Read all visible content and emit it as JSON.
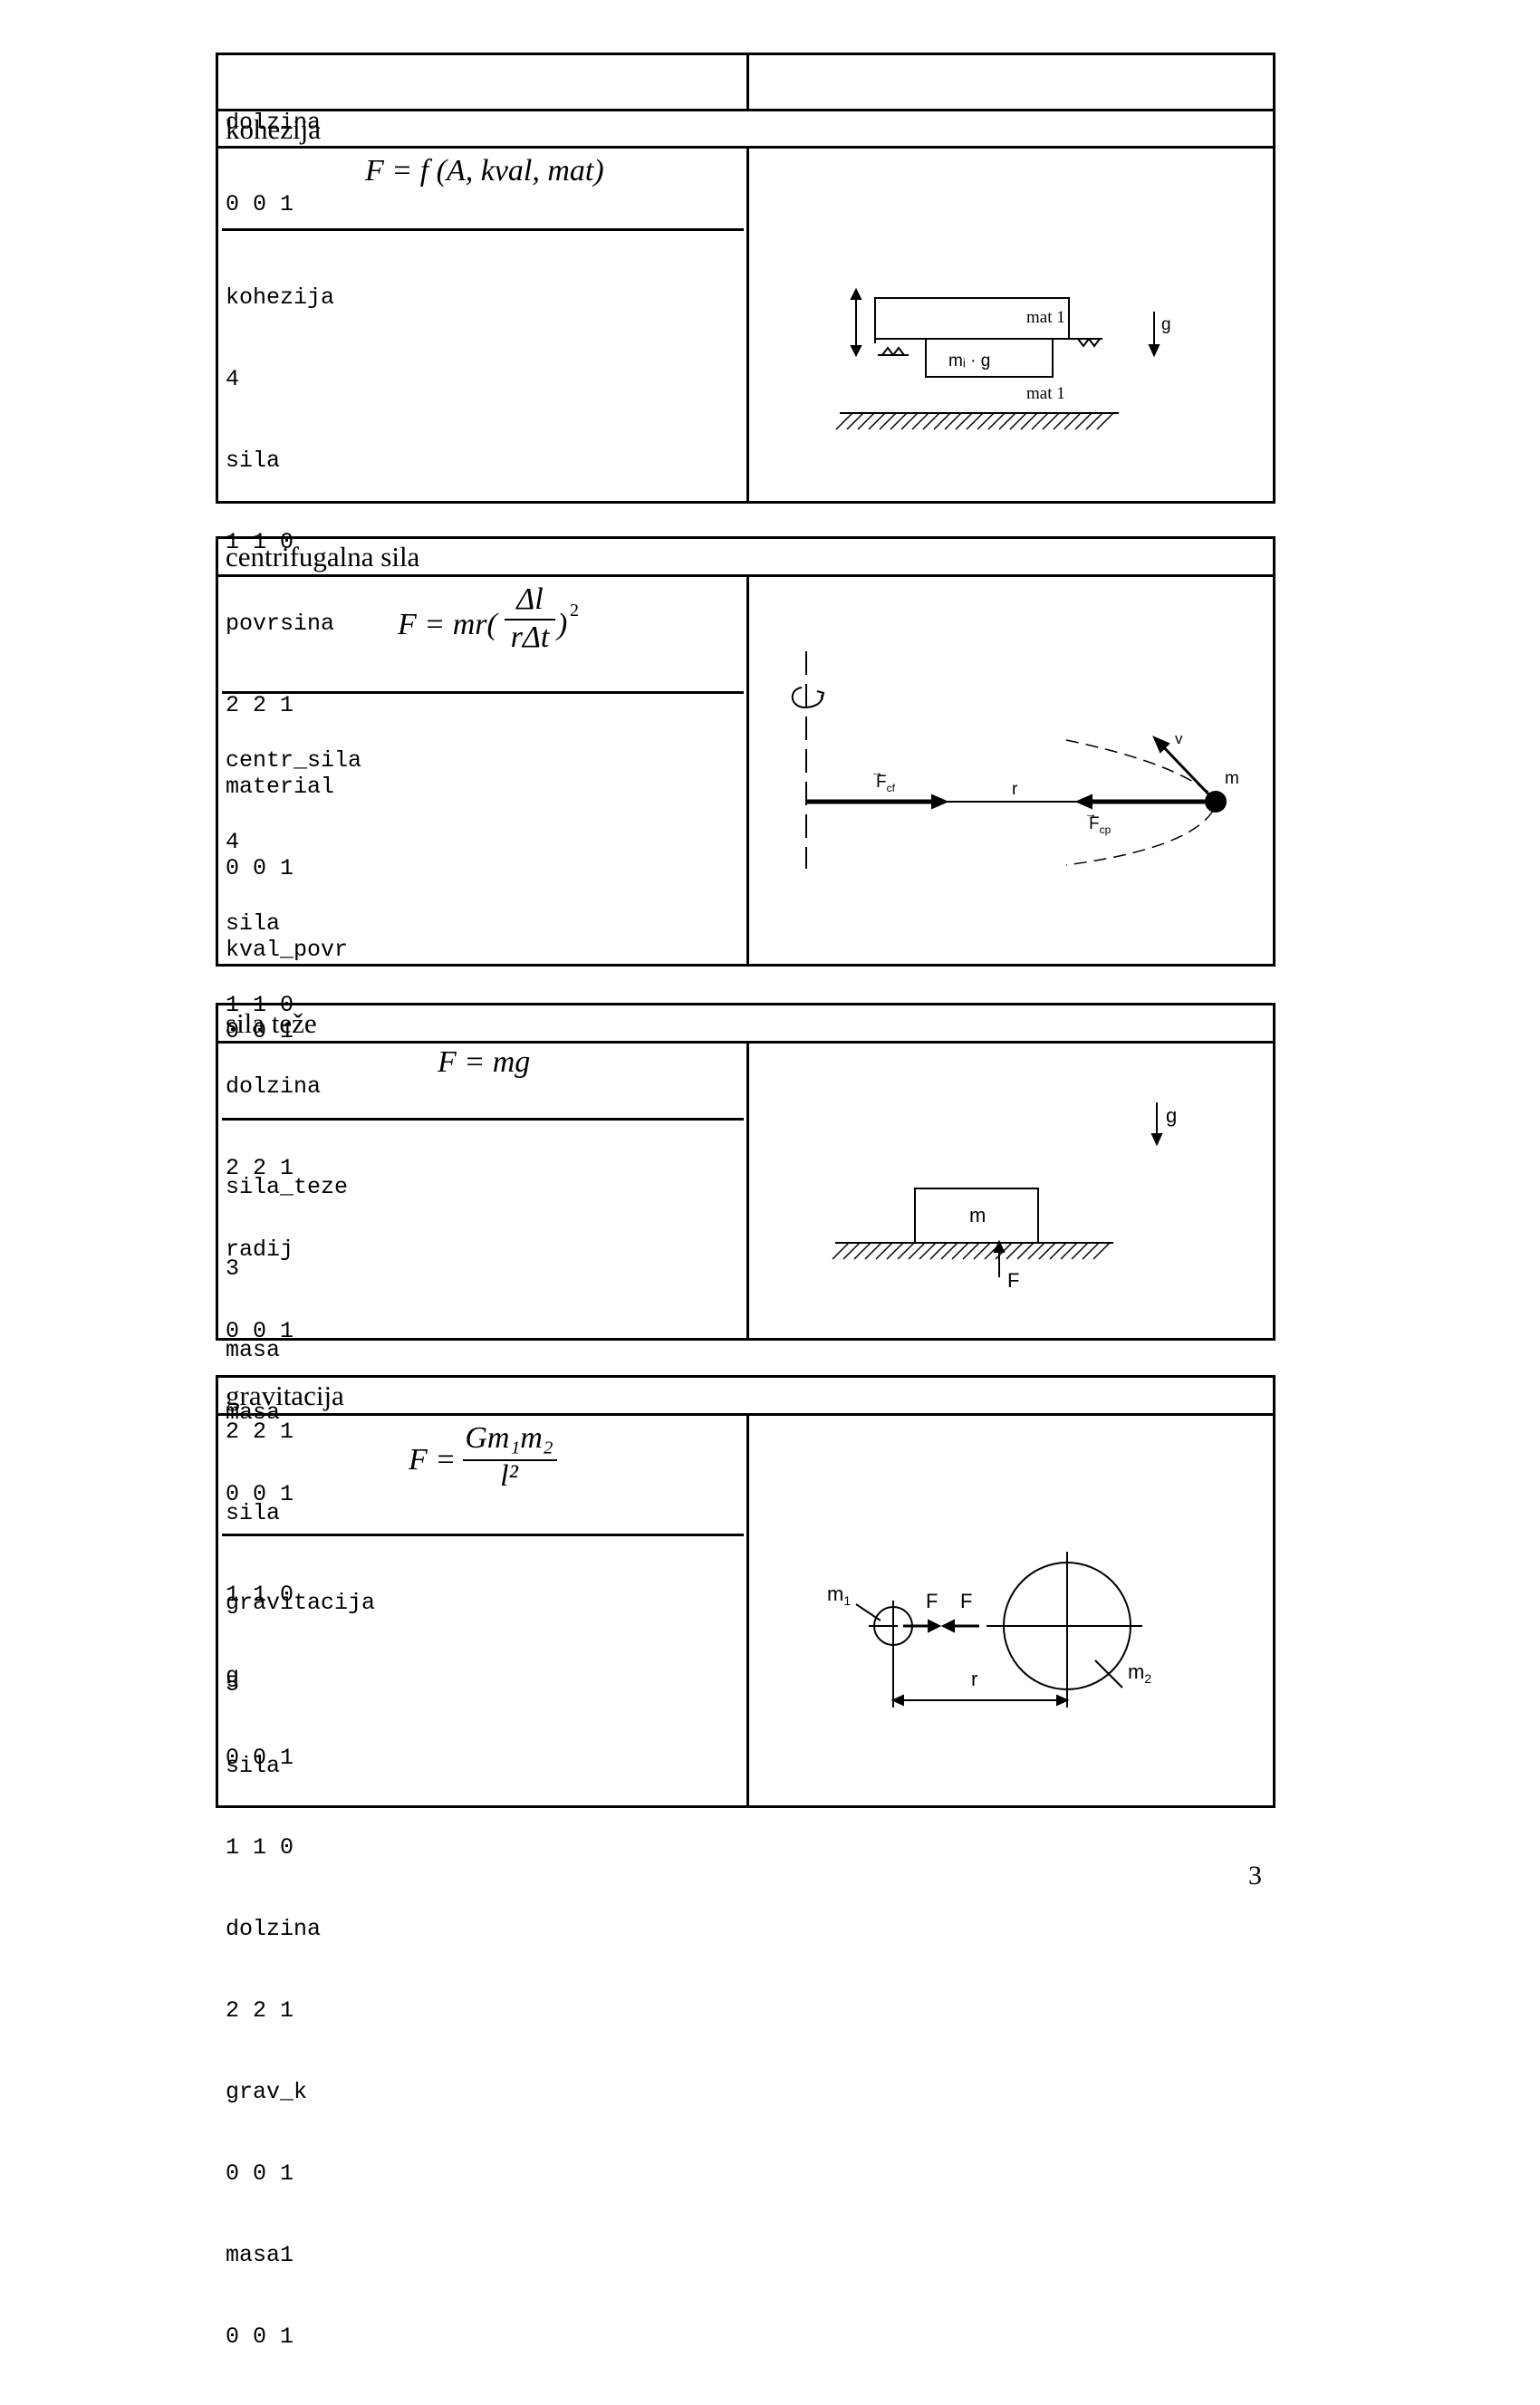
{
  "block0": {
    "lines": [
      "dolzina",
      "0 0 1"
    ]
  },
  "block1": {
    "title": "kohezija",
    "formula": "F = f (A, kval, mat)",
    "lines": [
      "kohezija",
      "4",
      "sila",
      "1 1 0",
      "povrsina",
      "2 2 1",
      "material",
      "0 0 1",
      "kval_povr",
      "0 0 1"
    ],
    "diagram": {
      "mat_top": "mat 1",
      "block_label": "mᵢ · g",
      "mat_bottom": "mat 1",
      "g": "g"
    }
  },
  "block2": {
    "title": "centrifugalna sila",
    "formula": {
      "lhs": "F = mr(",
      "num": "Δl",
      "den": "rΔt",
      "rhs": ")",
      "exp": "2"
    },
    "lines": [
      "centr_sila",
      "4",
      "sila",
      "1 1 0",
      "dolzina",
      "2 2 1",
      "radij",
      "0 0 1",
      "masa",
      "0 0 1"
    ],
    "diagram": {
      "fcf": "F",
      "fcf_sub": "cf",
      "fcp": "F",
      "fcp_sub": "cp",
      "r": "r",
      "v": "v",
      "m": "m"
    }
  },
  "block3": {
    "title": "sila teže",
    "formula": "F = mg",
    "lines": [
      "sila_teze",
      "3",
      "masa",
      "2 2 1",
      "sila",
      "1 1 0",
      "g",
      "0 0 1"
    ],
    "diagram": {
      "g": "g",
      "m": "m",
      "F": "F"
    }
  },
  "block4": {
    "title": "gravitacija",
    "formula": {
      "lhs": "F =",
      "num": "Gm₁m₂",
      "den": "l²"
    },
    "lines": [
      "gravitacija",
      "5",
      "sila",
      "1 1 0",
      "dolzina",
      "2 2 1",
      "grav_k",
      "0 0 1",
      "masa1",
      "0 0 1"
    ],
    "diagram": {
      "m1": "m",
      "m1_sub": "1",
      "F_left": "F",
      "F_right": "F",
      "r": "r",
      "m2": "m",
      "m2_sub": "2"
    }
  },
  "page_number": "3"
}
